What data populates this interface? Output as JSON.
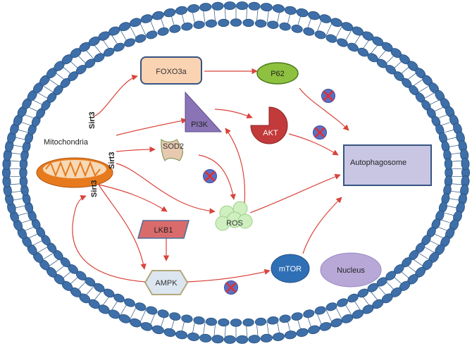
{
  "labels": {
    "foxo3a": "FOXO3a",
    "p62": "P62",
    "pi3k": "PI3K",
    "akt": "AKT",
    "sod2": "SOD2",
    "mitochondria": "Mitochondria",
    "autophagosome": "Autophagosome",
    "ros": "ROS",
    "lkb1": "LKB1",
    "ampk": "AMPK",
    "mtor": "mTOR",
    "nucleus": "Nucleus",
    "sirt3_top": "Sirt3",
    "sirt3_mid": "Sirt3",
    "sirt3_low": "Sirt3"
  },
  "colors": {
    "membrane_head": "#3F6FA8",
    "membrane_head_stroke": "#25507F",
    "arrow": "#D9443B",
    "foxo3a_fill": "#FAD3B3",
    "foxo3a_stroke": "#36547F",
    "p62_fill": "#8DC13F",
    "pi3k_fill": "#8A74B6",
    "akt_fill": "#C23A3A",
    "sod2_fill": "#E7C9B0",
    "mito_fill": "#E87A1E",
    "autophagosome_fill": "#C9C6E4",
    "ros_fill": "#CFEFC0",
    "lkb1_fill": "#D96B6B",
    "ampk_fill": "#DCE6F1",
    "mtor_fill": "#2F6FB5",
    "nucleus_fill": "#B7A8D8",
    "inhibit_fill": "#5B6FC4",
    "inhibit_cross": "#E03030"
  }
}
